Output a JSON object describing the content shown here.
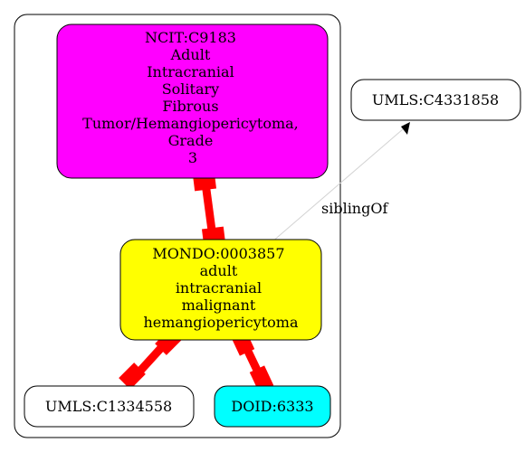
{
  "graph": {
    "nodes": {
      "ncit": {
        "lines": [
          "NCIT:C9183",
          "Adult",
          "Intracranial",
          "Solitary",
          "Fibrous",
          "Tumor/Hemangiopericytoma,",
          "Grade",
          "3"
        ],
        "fill": "#ff00ff"
      },
      "mondo": {
        "lines": [
          "MONDO:0003857",
          "adult",
          "intracranial",
          "malignant",
          "hemangiopericytoma"
        ],
        "fill": "#ffff00"
      },
      "umls_c1334558": {
        "lines": [
          "UMLS:C1334558"
        ],
        "fill": "#ffffff"
      },
      "doid": {
        "lines": [
          "DOID:6333"
        ],
        "fill": "#00ffff"
      },
      "umls_c4331858": {
        "lines": [
          "UMLS:C4331858"
        ],
        "fill": "#ffffff"
      }
    },
    "edges": {
      "sibling_label": "siblingOf"
    },
    "colors": {
      "strong_edge": "#ff0000",
      "weak_edge": "#d3d3d3",
      "border": "#000000"
    }
  }
}
